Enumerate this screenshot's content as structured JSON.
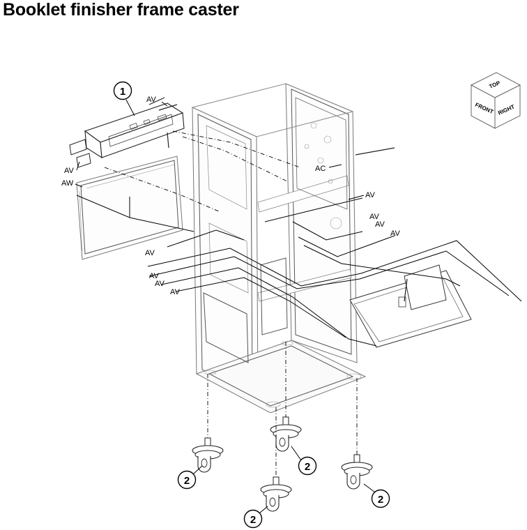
{
  "title": "Booklet finisher frame caster",
  "orientation_cube": {
    "top": "TOP",
    "front": "FRONT",
    "right": "RIGHT"
  },
  "callouts": [
    {
      "id": "1"
    },
    {
      "id": "2"
    },
    {
      "id": "2"
    },
    {
      "id": "2"
    },
    {
      "id": "2"
    }
  ],
  "connector_labels": [
    "AV",
    "AV",
    "AW",
    "AC",
    "AV",
    "AV",
    "AV",
    "AV",
    "AV",
    "AV",
    "AV",
    "AV"
  ]
}
